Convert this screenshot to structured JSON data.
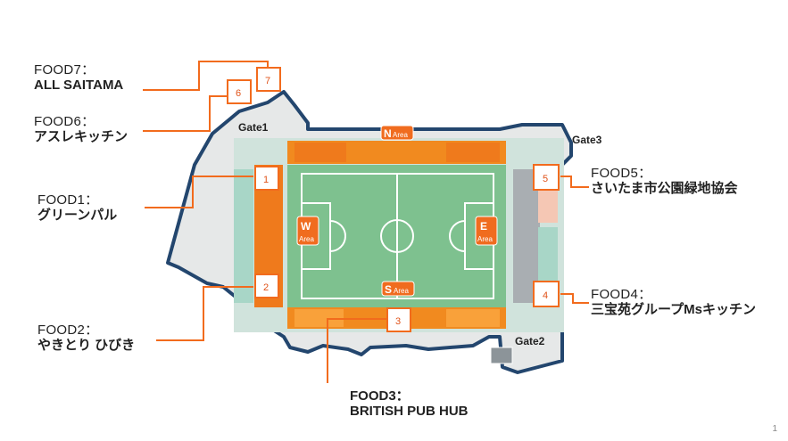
{
  "labels": {
    "food7": {
      "caption": "FOOD7：",
      "name": "ALL SAITAMA"
    },
    "food6": {
      "caption": "FOOD6：",
      "name": "アスレキッチン"
    },
    "food1": {
      "caption": "FOOD1：",
      "name": "グリーンパル"
    },
    "food2": {
      "caption": "FOOD2：",
      "name": "やきとり ひびき"
    },
    "food3": {
      "caption": "FOOD3：",
      "name": "BRITISH PUB HUB"
    },
    "food4": {
      "caption": "FOOD4：",
      "name": "三宝苑グループMsキッチン"
    },
    "food5": {
      "caption": "FOOD5：",
      "name": "さいたま市公園緑地協会"
    }
  },
  "markers": {
    "m1": "1",
    "m2": "2",
    "m3": "3",
    "m4": "4",
    "m5": "5",
    "m6": "6",
    "m7": "7"
  },
  "gates": {
    "gate1": "Gate1",
    "gate2": "Gate2",
    "gate3": "Gate3"
  },
  "areas": {
    "north": "Area",
    "south": "Area",
    "west": "Area",
    "east": "Area",
    "n_letter": "N",
    "s_letter": "S",
    "w_letter": "W",
    "e_letter": "E"
  },
  "page_number": "1",
  "colors": {
    "outline": "#23466e",
    "marker_border": "#f26b1d",
    "line": "#f26b1d",
    "pitch": "#7ec18f",
    "stand_orange": "#f18a1f"
  }
}
